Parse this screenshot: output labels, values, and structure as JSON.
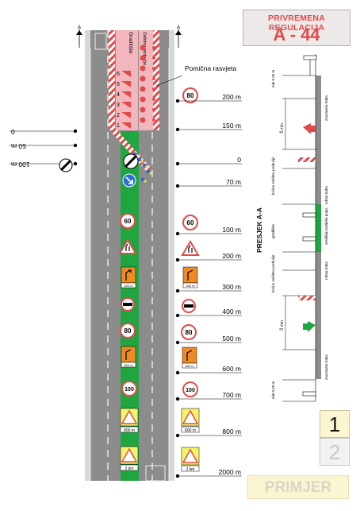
{
  "header": {
    "title": "PRIVREMENA REGULACIJA",
    "code": "A - 44"
  },
  "page_numbers": {
    "current": "1",
    "next": "2"
  },
  "watermark": "PRIMJER",
  "plan": {
    "worksite_label": "Gradilište",
    "closure_label": "Zaštitno područje",
    "lighting_label": "Pomična rasvjeta",
    "barrier_numbers": [
      "6",
      "5",
      "4",
      "3",
      "2",
      "1"
    ],
    "right_distances": [
      "200 m",
      "150 m",
      "0",
      "70 m",
      "100 m",
      "200 m",
      "300 m",
      "400 m",
      "500 m",
      "600 m",
      "700 m",
      "800 m",
      "2000 m"
    ],
    "left_distances": [
      "0",
      "50 m",
      "100 m"
    ],
    "signs": {
      "speed80": "80",
      "speed60": "60",
      "speed100": "100",
      "plate200": "200 m",
      "plate600": "600 m",
      "plate800": "800 m",
      "plate2km": "2 km"
    }
  },
  "section": {
    "title": "PRESJEK A-A",
    "min_top": "min 0,25 m",
    "min_bottom": "min 0,25 m",
    "lane_stop": "zaustavna traka",
    "lane_stop2": "zaustavna traka",
    "s_min": "Š min",
    "s_min2": "Š min",
    "buffer": "bočno zaštitno područje",
    "buffer2": "bočno zaštitno područje",
    "worksite": "gradilište",
    "lane_fast": "rubna traka",
    "lane_fast2": "rubna traka",
    "median": "središnji razdjelni pojas"
  },
  "colors": {
    "red": "#e24a4a",
    "green": "#1fa640",
    "road": "#8c8c8c",
    "pink": "#f4b6bd",
    "blue": "#2a6fd6",
    "orange": "#f08a24"
  }
}
